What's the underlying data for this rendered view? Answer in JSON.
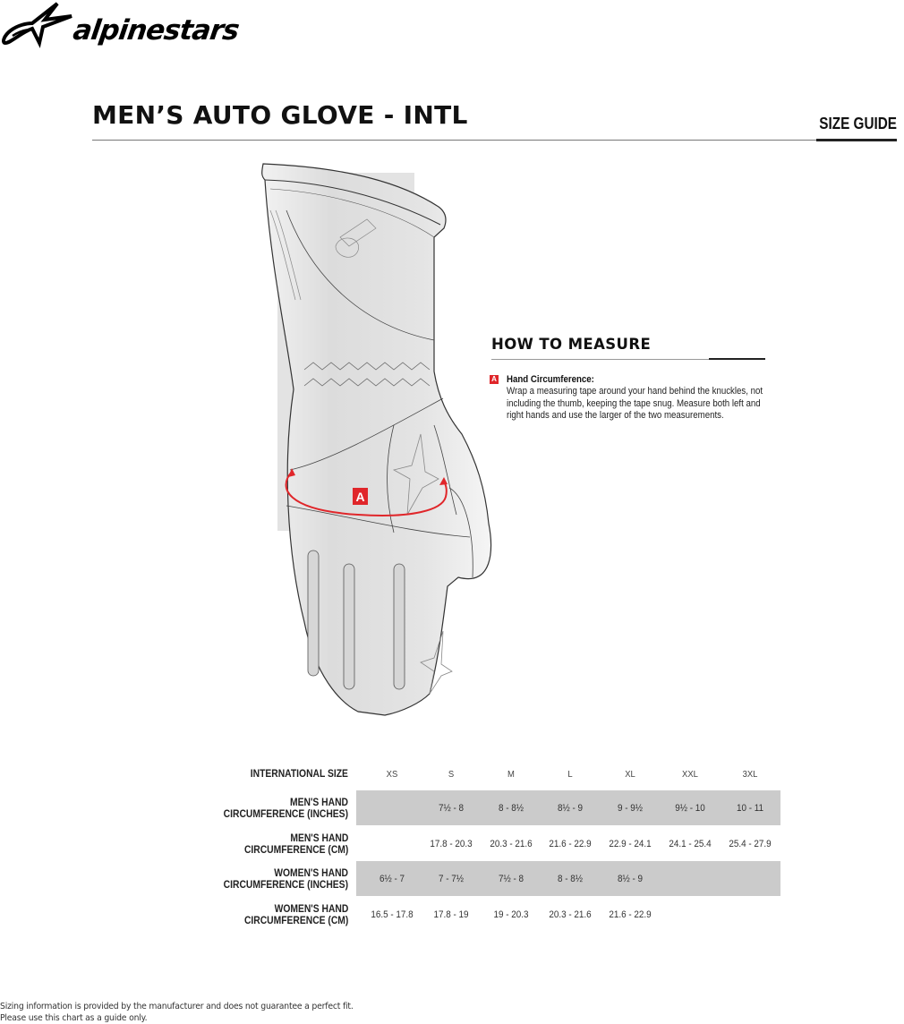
{
  "brand": {
    "logo_text": "alpinestars",
    "logo_icon": "star-swoosh-icon"
  },
  "header": {
    "title": "MEN’S AUTO GLOVE - INTL",
    "section_label": "SIZE GUIDE"
  },
  "illustration": {
    "subject": "racing-glove-diagram",
    "marker_label": "A",
    "accent_color": "#e0262a"
  },
  "how_to_measure": {
    "title": "HOW TO MEASURE",
    "items": [
      {
        "badge": "A",
        "label": "Hand Circumference:",
        "description": "Wrap a measuring tape around your hand behind the knuckles, not including the thumb, keeping the tape snug. Measure both left and right hands and use the larger of the two measurements."
      }
    ]
  },
  "size_table": {
    "header": {
      "label": "INTERNATIONAL SIZE",
      "sizes": [
        "XS",
        "S",
        "M",
        "L",
        "XL",
        "XXL",
        "3XL"
      ]
    },
    "rows": [
      {
        "label_line1": "MEN'S HAND",
        "label_line2": "CIRCUMFERENCE (INCHES)",
        "shaded": true,
        "values": [
          "",
          "7½ - 8",
          "8 - 8½",
          "8½ - 9",
          "9 - 9½",
          "9½ - 10",
          "10 - 11"
        ]
      },
      {
        "label_line1": "MEN'S HAND",
        "label_line2": "CIRCUMFERENCE (CM)",
        "shaded": false,
        "values": [
          "",
          "17.8 - 20.3",
          "20.3 - 21.6",
          "21.6 - 22.9",
          "22.9 - 24.1",
          "24.1 - 25.4",
          "25.4 - 27.9"
        ]
      },
      {
        "label_line1": "WOMEN'S HAND",
        "label_line2": "CIRCUMFERENCE (INCHES)",
        "shaded": true,
        "values": [
          "6½ - 7",
          "7 - 7½",
          "7½ - 8",
          "8 - 8½",
          "8½ - 9",
          "",
          ""
        ]
      },
      {
        "label_line1": "WOMEN'S HAND",
        "label_line2": "CIRCUMFERENCE (CM)",
        "shaded": false,
        "values": [
          "16.5 - 17.8",
          "17.8 - 19",
          "19 - 20.3",
          "20.3 - 21.6",
          "21.6 - 22.9",
          "",
          ""
        ]
      }
    ],
    "shade_color": "#cbcbcb"
  },
  "footer": {
    "line1": "Sizing information is provided by the manufacturer and does not guarantee a perfect fit.",
    "line2": "Please use this chart as a guide only."
  }
}
